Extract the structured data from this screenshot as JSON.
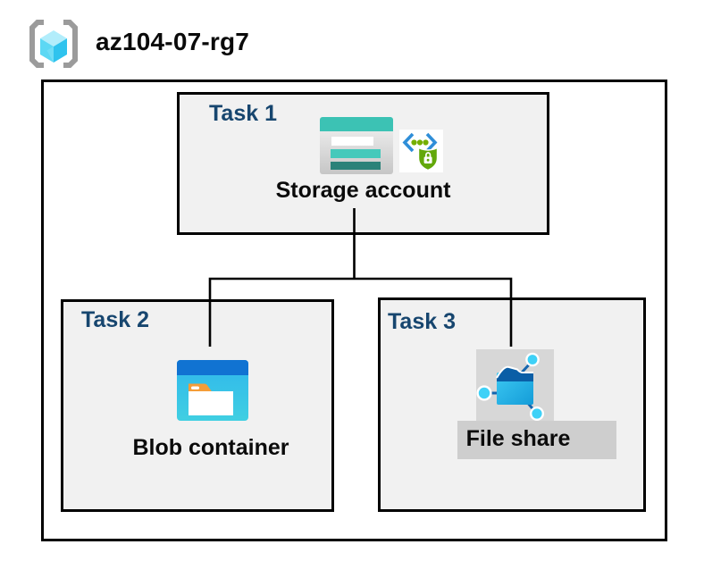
{
  "header": {
    "title": "az104-07-rg7",
    "icon": "resource-group-icon"
  },
  "tasks": [
    {
      "label": "Task 1",
      "resource": "Storage account",
      "icons": [
        "storage-account-icon",
        "sas-security-icon"
      ]
    },
    {
      "label": "Task 2",
      "resource": "Blob container",
      "icons": [
        "blob-container-icon"
      ]
    },
    {
      "label": "Task 3",
      "resource": "File share",
      "icons": [
        "file-share-icon"
      ]
    }
  ],
  "connections": [
    {
      "from": "Storage account",
      "to": "Blob container"
    },
    {
      "from": "Storage account",
      "to": "File share"
    }
  ],
  "colors": {
    "task_label_blue": "#17466F",
    "box_fill": "#F1F1F1",
    "outline_black": "#000000",
    "storage_teal": "#3CC2B4",
    "storage_teal_dark": "#2B8279",
    "blob_header_blue": "#1173D2",
    "blob_body_cyan": "#35BCEA",
    "folder_tab_orange": "#F59D38",
    "file_share_gray": "#D7D7D7",
    "label_band_gray": "#CECECE",
    "shield_green": "#63A80B",
    "code_bracket_blue": "#2F8ED8",
    "code_dot_green": "#76AF00",
    "node_cyan": "#3ED1F7",
    "node_line_blue": "#1565AE",
    "bracket_gray": "#9B9B9B",
    "cube_top_cyan": "#B2EDFB",
    "cube_left_cyan": "#5CD8F4",
    "cube_right_cyan": "#2FC3EE"
  }
}
